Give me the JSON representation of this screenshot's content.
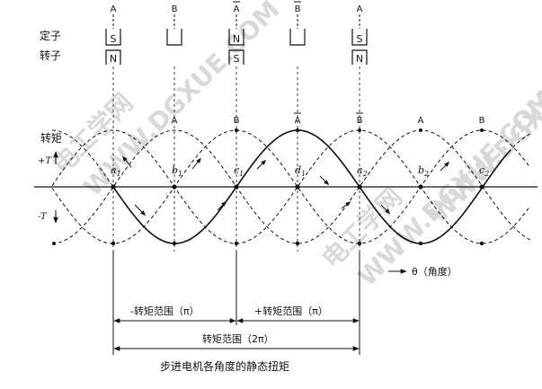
{
  "labels": {
    "stator": "定子",
    "rotor": "转子",
    "torque": "转矩",
    "plus_t": "+T",
    "minus_t": "-T",
    "theta_axis": "θ（角度）",
    "neg_range": "-转矩范围（π）",
    "pos_range": "+转矩范围（π）",
    "full_range": "转矩范围（2π）",
    "caption": "步进电机各角度的静态扭矩"
  },
  "watermarks": [
    "电工学网",
    "WWW.DGXUE.COM"
  ],
  "stator_columns": [
    {
      "phase": "A",
      "pole": "S",
      "rotor": "N",
      "overbar": false
    },
    {
      "phase": "B",
      "pole": "",
      "rotor": "",
      "overbar": false
    },
    {
      "phase": "A",
      "pole": "N",
      "rotor": "S",
      "overbar": true
    },
    {
      "phase": "B",
      "pole": "",
      "rotor": "",
      "overbar": true
    },
    {
      "phase": "A",
      "pole": "S",
      "rotor": "N",
      "overbar": false
    }
  ],
  "curve_labels": [
    {
      "text": "A",
      "overbar": false
    },
    {
      "text": "B",
      "overbar": false
    },
    {
      "text": "A",
      "overbar": true
    },
    {
      "text": "B",
      "overbar": true
    },
    {
      "text": "A",
      "overbar": false
    },
    {
      "text": "B",
      "overbar": false
    }
  ],
  "points": [
    {
      "base": "a",
      "sub": "1"
    },
    {
      "base": "b",
      "sub": "1"
    },
    {
      "base": "c",
      "sub": "1"
    },
    {
      "base": "d",
      "sub": "1"
    },
    {
      "base": "a",
      "sub": "2"
    },
    {
      "base": "b",
      "sub": "2"
    },
    {
      "base": "c",
      "sub": "2"
    }
  ]
}
